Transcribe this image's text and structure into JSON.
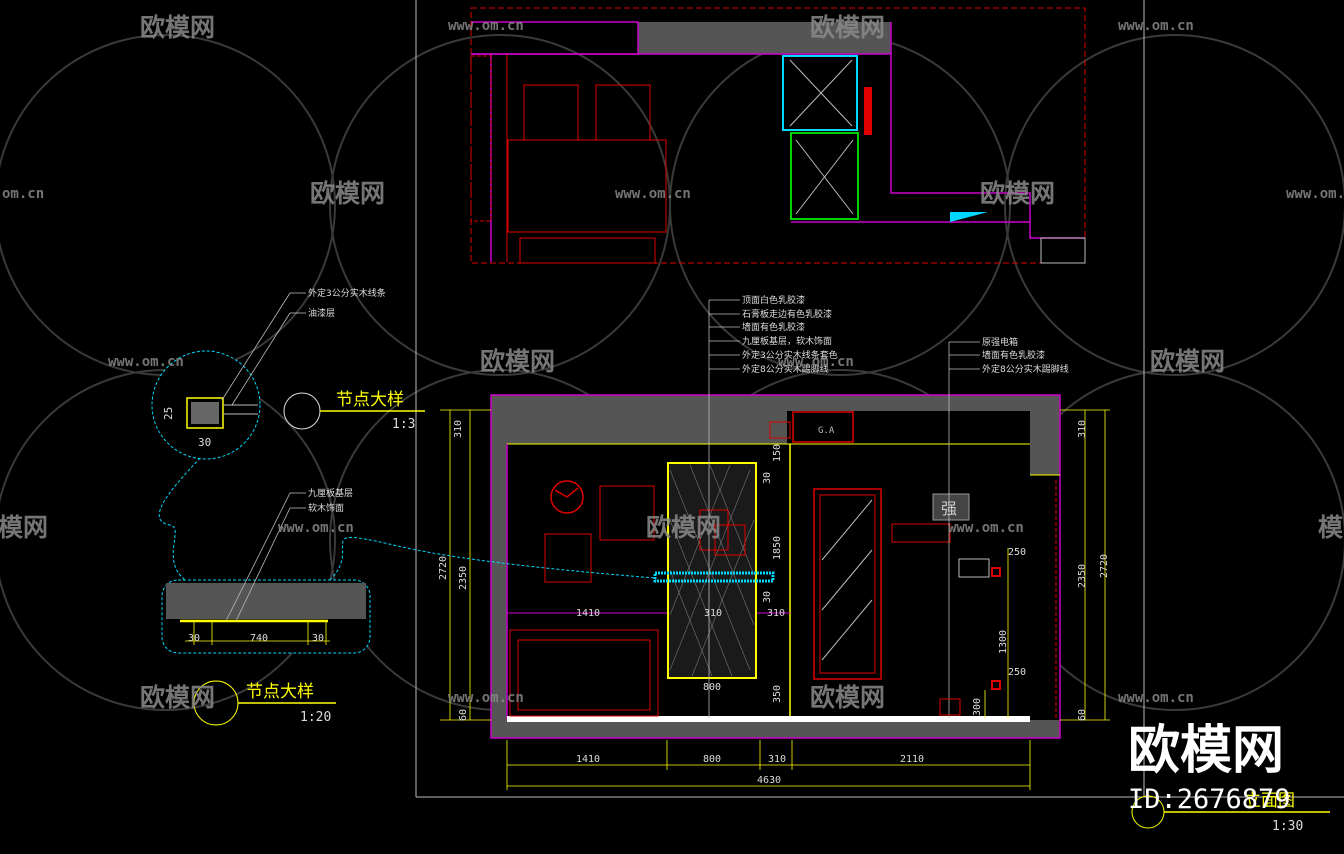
{
  "watermark": {
    "brand_cn": "欧模网",
    "url": "www.om.cn",
    "url_short": "om.cn",
    "brand_partial": "模网",
    "big_brand": "欧模网",
    "id_text": "ID:2676879"
  },
  "callouts_left_top": [
    "外定3公分实木线条",
    "油漆层"
  ],
  "callouts_left_bottom": [
    "九厘板基层",
    "软木饰面"
  ],
  "callouts_mid": [
    "顶面白色乳胶漆",
    "石膏板走边有色乳胶漆",
    "墙面有色乳胶漆",
    "九厘板基层，软木饰面",
    "外定3公分实木线条套色",
    "外定8公分实木踢脚线"
  ],
  "callouts_right": [
    "原强电箱",
    "墙面有色乳胶漆",
    "外定8公分实木踢脚线"
  ],
  "detail_top": {
    "title": "节点大样",
    "scale": "1:3",
    "dim_w": "30",
    "dim_h": "25"
  },
  "detail_bottom": {
    "title": "节点大样",
    "scale": "1:20",
    "dim_left": "30",
    "dim_mid": "740",
    "dim_right": "30"
  },
  "elevation": {
    "title_partial": "立面图",
    "scale": "1:30",
    "label_strong": "强",
    "label_ac": "G.A",
    "dims_bottom": [
      "1410",
      "800",
      "310",
      "2110"
    ],
    "dim_total": "4630",
    "dims_left": [
      "310",
      "2720",
      "2350",
      "60"
    ],
    "dims_right": [
      "310",
      "2720",
      "2350",
      "60"
    ],
    "dims_inner": [
      "150",
      "30",
      "1850",
      "30",
      "310",
      "350",
      "1410",
      "310",
      "800",
      "250",
      "1300",
      "250",
      "300"
    ]
  },
  "colors": {
    "background": "#000000",
    "magenta": "#cc00cc",
    "red": "#e00000",
    "yellow": "#ffff00",
    "cyan": "#00d8ff",
    "green": "#00d000",
    "white": "#ffffff",
    "grey": "#555555",
    "watermark": "#8a8a8a"
  }
}
